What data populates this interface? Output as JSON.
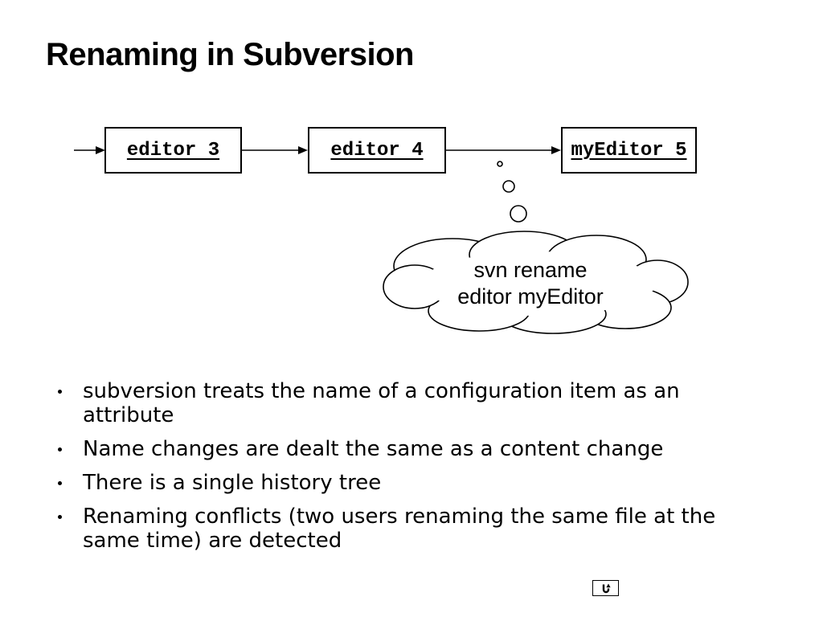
{
  "title": "Renaming in Subversion",
  "diagram": {
    "boxes": [
      {
        "label": "editor 3"
      },
      {
        "label": "editor 4"
      },
      {
        "label": "myEditor 5"
      }
    ],
    "thought_cloud": {
      "line1": "svn rename",
      "line2": "editor myEditor"
    }
  },
  "bullets": [
    "subversion treats the name of a configuration item as an attribute",
    "Name changes are dealt the same as a content change",
    "There is a single history tree",
    "Renaming conflicts (two users renaming the same file at the same time) are detected"
  ],
  "footer": {
    "return_icon": "u-turn-arrow"
  },
  "colors": {
    "background": "#ffffff",
    "ink": "#000000"
  }
}
